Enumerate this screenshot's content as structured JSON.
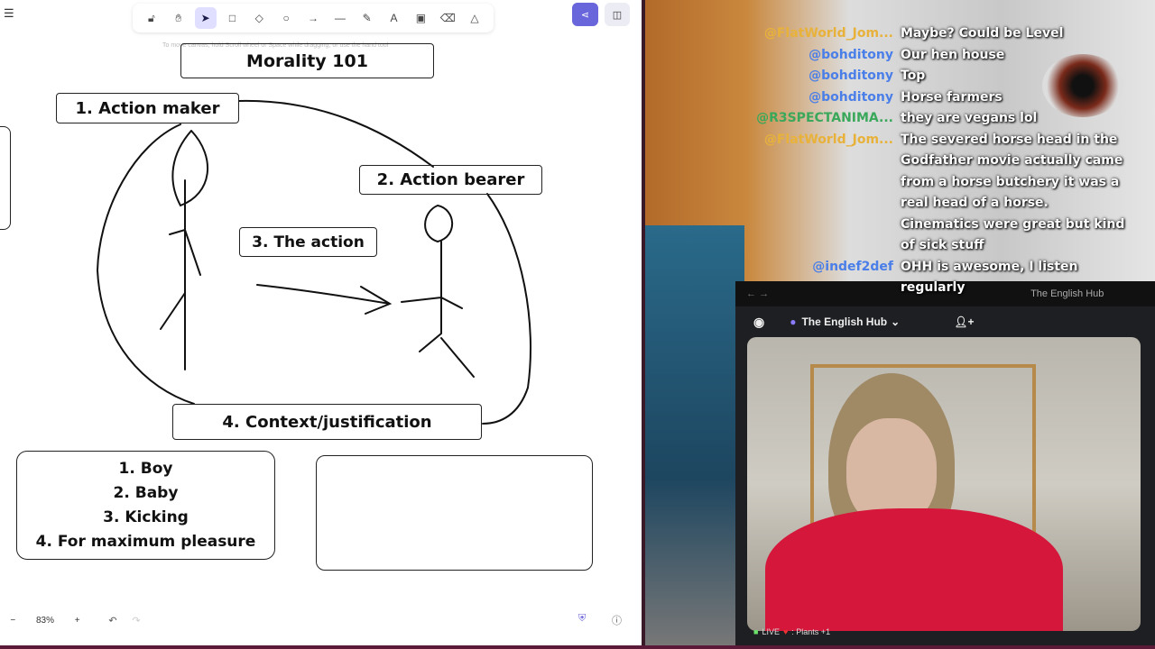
{
  "whiteboard": {
    "toolbar": [
      "lock",
      "hand",
      "selection",
      "rectangle",
      "diamond",
      "ellipse",
      "arrow",
      "line",
      "draw",
      "text",
      "image",
      "eraser",
      "extra-tools"
    ],
    "hint": "To move canvas, hold Scroll wheel or Space while dragging, or use the hand tool",
    "title": "Morality 101",
    "box1": "1. Action maker",
    "box2": "2.  Action bearer",
    "box3": "3. The action",
    "box4": "4. Context/justification",
    "list": [
      "1. Boy",
      "2. Baby",
      "3. Kicking",
      "4. For maximum pleasure"
    ],
    "zoom": "83%",
    "zoom_out": "−",
    "zoom_in": "+"
  },
  "chat": [
    {
      "user": "@FlatWorld_Jom...",
      "color": "#e8b23a",
      "text": "Maybe? Could be Level"
    },
    {
      "user": "@bohditony",
      "color": "#4a7ee8",
      "text": "Our hen house"
    },
    {
      "user": "@bohditony",
      "color": "#4a7ee8",
      "text": "Top"
    },
    {
      "user": "@bohditony",
      "color": "#4a7ee8",
      "text": "Horse farmers"
    },
    {
      "user": "@R3SPECTANIMA...",
      "color": "#3aa85a",
      "text": "they are vegans lol"
    },
    {
      "user": "@FlatWorld_Jom...",
      "color": "#e8b23a",
      "text": "The severed horse head in the Godfather movie actually came from a horse butchery it was a real head of a horse. Cinematics were great but kind of sick stuff"
    },
    {
      "user": "@indef2def",
      "color": "#4a7ee8",
      "text": "OHH is awesome, I listen regularly"
    }
  ],
  "discord": {
    "window_title": "The English Hub",
    "server": "The English Hub",
    "status": "LIVE",
    "activity": ": Plants +1"
  }
}
